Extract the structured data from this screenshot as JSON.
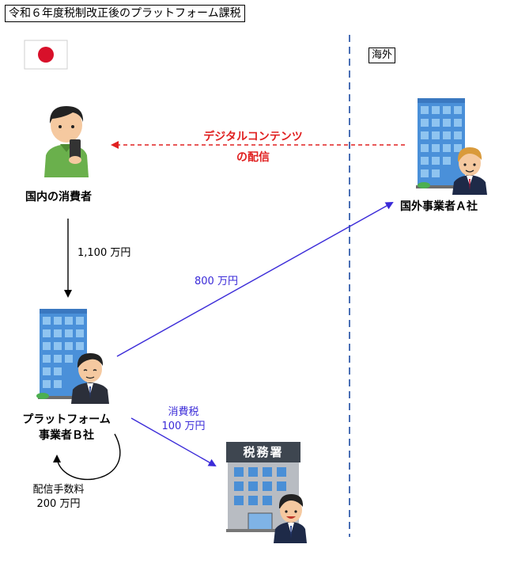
{
  "title": "令和６年度税制改正後のプラットフォーム課税",
  "overseas_label": "海外",
  "actors": {
    "consumer": "国内の消費者",
    "foreign_company": "国外事業者Ａ社",
    "platform_line1": "プラットフォーム",
    "platform_line2": "事業者Ｂ社",
    "tax_office_sign": "税務署"
  },
  "flows": {
    "digital_content_line1": "デジタルコンテンツ",
    "digital_content_line2": "の配信",
    "payment_consumer": "1,100 万円",
    "payment_to_foreign": "800 万円",
    "consumption_tax_line1": "消費税",
    "consumption_tax_line2": "100 万円",
    "fee_line1": "配信手数料",
    "fee_line2": "200 万円"
  },
  "colors": {
    "red_arrow": "#e02020",
    "blue_arrow": "#3a2ad8",
    "dashed_divider": "#4a6fb5"
  },
  "icons": [
    "japan-flag-icon",
    "consumer-icon",
    "foreign-building-icon",
    "platform-building-icon",
    "tax-office-icon"
  ]
}
